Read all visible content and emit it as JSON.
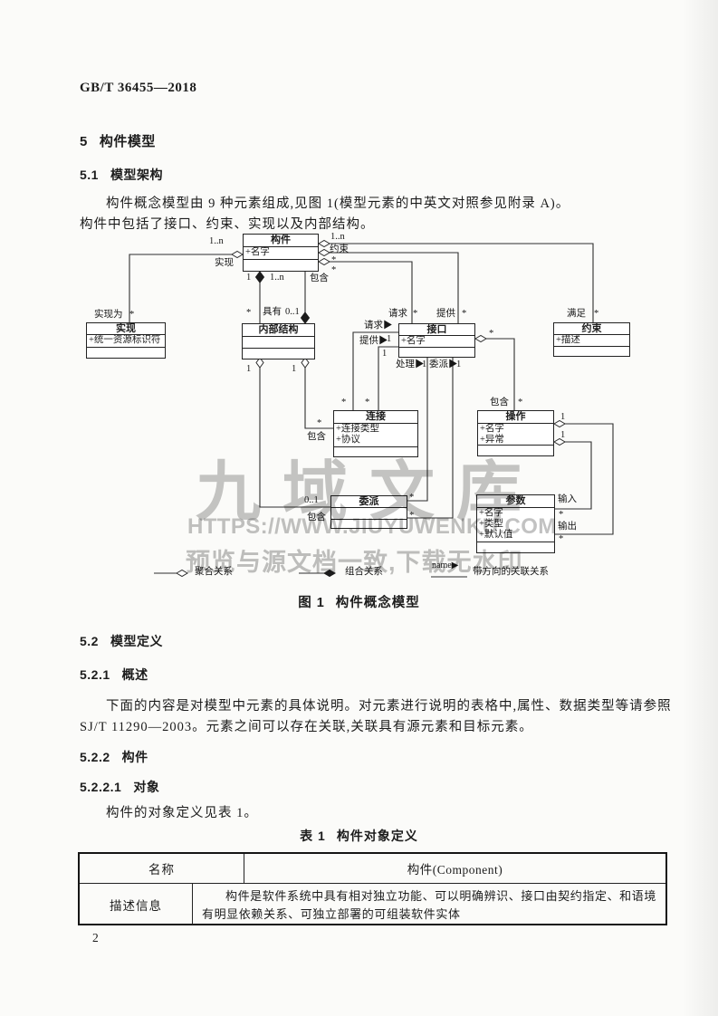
{
  "doc_code": "GB/T 36455—2018",
  "page_number": "2",
  "headings": {
    "s5": {
      "num": "5",
      "title": "构件模型"
    },
    "s5_1": {
      "num": "5.1",
      "title": "模型架构"
    },
    "s5_2": {
      "num": "5.2",
      "title": "模型定义"
    },
    "s5_2_1": {
      "num": "5.2.1",
      "title": "概述"
    },
    "s5_2_2": {
      "num": "5.2.2",
      "title": "构件"
    },
    "s5_2_2_1": {
      "num": "5.2.2.1",
      "title": "对象"
    }
  },
  "paragraphs": {
    "p1_line1": "构件概念模型由 9 种元素组成,见图 1(模型元素的中英文对照参见附录 A)。",
    "p1_line2": "构件中包括了接口、约束、实现以及内部结构。",
    "p2_line1": "下面的内容是对模型中元素的具体说明。对元素进行说明的表格中,属性、数据类型等请参照",
    "p2_line2": "SJ/T 11290—2003。元素之间可以存在关联,关联具有源元素和目标元素。",
    "p3": "构件的对象定义见表 1。"
  },
  "figure": {
    "caption_num": "图 1",
    "caption_text": "构件概念模型",
    "classes": {
      "component": {
        "title": "构件",
        "attrs": [
          "+名字"
        ]
      },
      "realization": {
        "title": "实现",
        "attrs": [
          "+统一资源标识符"
        ]
      },
      "internal": {
        "title": "内部结构",
        "attrs": []
      },
      "interface": {
        "title": "接口",
        "attrs": [
          "+名字"
        ]
      },
      "constraint": {
        "title": "约束",
        "attrs": [
          "+描述"
        ]
      },
      "connection": {
        "title": "连接",
        "attrs": [
          "+连接类型",
          "+协议"
        ]
      },
      "operation": {
        "title": "操作",
        "attrs": [
          "+名字",
          "+异常"
        ]
      },
      "delegation": {
        "title": "委派",
        "attrs": []
      },
      "parameter": {
        "title": "参数",
        "attrs": [
          "+名字",
          "+类型",
          "+默认值"
        ]
      }
    },
    "labels": {
      "realize_mult": "1..n",
      "realize_name": "实现",
      "realize_role": "实现为",
      "realize_star": "*",
      "has_src_one": "1",
      "contain_comp_mult": "1..n",
      "contain_comp_name": "包含",
      "has_star": "*",
      "has_name": "具有",
      "has_mult": "0..1",
      "constr_mult": "1..n",
      "constr_name": "约束",
      "provide_src_star": "*",
      "request_src_star": "*",
      "request_top_name": "请求",
      "request_top_star": "*",
      "provide_top_name": "提供",
      "provide_top_star": "*",
      "satisfy_name": "满足",
      "satisfy_star": "*",
      "request_left_name": "请求▶",
      "request_left_one": "1",
      "provide_left_name": "提供▶",
      "provide_left_one": "1",
      "handle_name": "处理▶",
      "handle_one": "1",
      "delegate_name": "委派▶",
      "delegate_one": "1",
      "opcontain_src_star": "*",
      "opcontain_name": "包含",
      "opcontain_star": "*",
      "connreq_star": "*",
      "connprov_star": "*",
      "intdel_one": "1",
      "intconn_one": "1",
      "conncontain_star": "*",
      "conncontain_name": "包含",
      "delcontain_mult": "0..1",
      "delcontain_name": "包含",
      "delhandle_star": "*",
      "deldelegate_star": "*",
      "opout_one": "1",
      "opin_one": "1",
      "param_in_name": "输入",
      "param_in_star": "*",
      "param_out_name": "输出",
      "param_out_star": "*",
      "legend_agg": "聚合关系",
      "legend_comp": "组合关系",
      "legend_dirname": "name▶",
      "legend_dir": "带方向的关联关系"
    }
  },
  "table1": {
    "caption_num": "表 1",
    "caption_text": "构件对象定义",
    "name_label": "名称",
    "name_value": "构件(Component)",
    "desc_label": "描述信息",
    "desc_line1": "构件是软件系统中具有相对独立功能、可以明确辨识、接口由契约指定、和语境",
    "desc_line2": "有明显依赖关系、可独立部署的可组装软件实体"
  },
  "watermark": {
    "brand": "九域文库",
    "url": "HTTPS://WWW.JIUYUWENKU.COM",
    "tagline": "预览与源文档一致,下载无水印"
  }
}
